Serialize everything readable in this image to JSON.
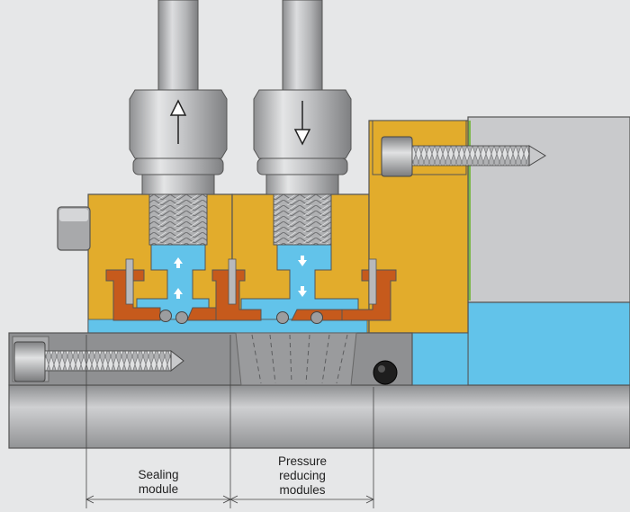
{
  "labels": {
    "sealing_module": [
      "Sealing",
      "module"
    ],
    "pressure_reducing_modules": [
      "Pressure",
      "reducing",
      "modules"
    ]
  },
  "colors": {
    "background": "#e6e7e8",
    "housing_gold": "#e2ac2c",
    "steel_gray": "#a8a9ab",
    "shaft_gray": "#b5b6b8",
    "fluid_blue": "#62c3ea",
    "seal_orange": "#c65a1c",
    "block_gray": "#c9cacc"
  },
  "flow_arrows": {
    "left_fitting": "up",
    "right_fitting": "down"
  }
}
